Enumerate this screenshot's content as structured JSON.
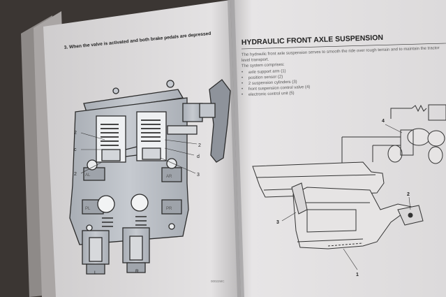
{
  "left_page": {
    "header": "3.   When the valve is activated and both brake pedals are depressed",
    "callouts": [
      "2",
      "c",
      "2",
      "2",
      "d",
      "3"
    ],
    "port_labels": [
      "AL",
      "AR",
      "PL",
      "PR"
    ],
    "pedal_labels": [
      "L",
      "R"
    ],
    "figure_code": "00022MC"
  },
  "right_page": {
    "title": "HYDRAULIC FRONT AXLE SUSPENSION",
    "intro_line1": "The hydraulic front axle suspension serves to smooth the ride over rough terrain and to maintain the tractor",
    "intro_line2": "level transport.",
    "intro_line3": "The system comprises:",
    "list": [
      "axle support arm (1)",
      "position sensor (2)",
      "2 suspension cylinders (3)",
      "front suspension control valve (4)",
      "electronic control unit (5)"
    ],
    "callouts": [
      "4",
      "2",
      "3",
      "1"
    ]
  },
  "colors": {
    "background": "#3b3633",
    "page": "#e6e4e4",
    "valve_body": "#bcc0c6",
    "line_art": "#2c2c2c"
  }
}
